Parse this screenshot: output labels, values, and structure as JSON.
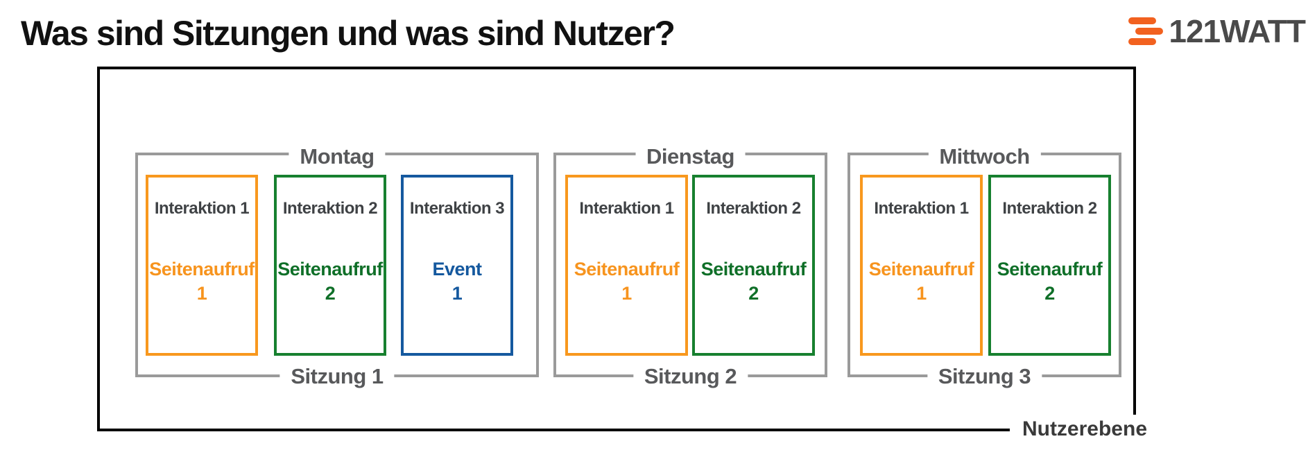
{
  "page": {
    "title": "Was sind Sitzungen und was sind Nutzer?"
  },
  "brand": {
    "name": "121WATT",
    "icon": "three-offset-bars-logo",
    "icon_color": "#F2611F",
    "text_color": "#4A4A4A"
  },
  "diagram": {
    "user_level": {
      "label": "Nutzerebene"
    },
    "sessions": [
      {
        "day": "Montag",
        "label": "Sitzung 1",
        "interactions": [
          {
            "title": "Interaktion 1",
            "value_line1": "Seitenaufruf",
            "value_line2": "1",
            "color_name": "orange"
          },
          {
            "title": "Interaktion 2",
            "value_line1": "Seitenaufruf",
            "value_line2": "2",
            "color_name": "green"
          },
          {
            "title": "Interaktion 3",
            "value_line1": "Event",
            "value_line2": "1",
            "color_name": "blue"
          }
        ]
      },
      {
        "day": "Dienstag",
        "label": "Sitzung 2",
        "interactions": [
          {
            "title": "Interaktion 1",
            "value_line1": "Seitenaufruf",
            "value_line2": "1",
            "color_name": "orange"
          },
          {
            "title": "Interaktion 2",
            "value_line1": "Seitenaufruf",
            "value_line2": "2",
            "color_name": "green"
          }
        ]
      },
      {
        "day": "Mittwoch",
        "label": "Sitzung 3",
        "interactions": [
          {
            "title": "Interaktion 1",
            "value_line1": "Seitenaufruf",
            "value_line2": "1",
            "color_name": "orange"
          },
          {
            "title": "Interaktion 2",
            "value_line1": "Seitenaufruf",
            "value_line2": "2",
            "color_name": "green"
          }
        ]
      }
    ],
    "colors": {
      "interaction_orange": "#F8981E",
      "interaction_green": "#17802F",
      "interaction_blue": "#15599F",
      "session_border_gray": "#9A9A9A",
      "user_border_black": "#000000",
      "label_gray": "#58595B",
      "interaction_title_gray": "#3F4245"
    }
  }
}
